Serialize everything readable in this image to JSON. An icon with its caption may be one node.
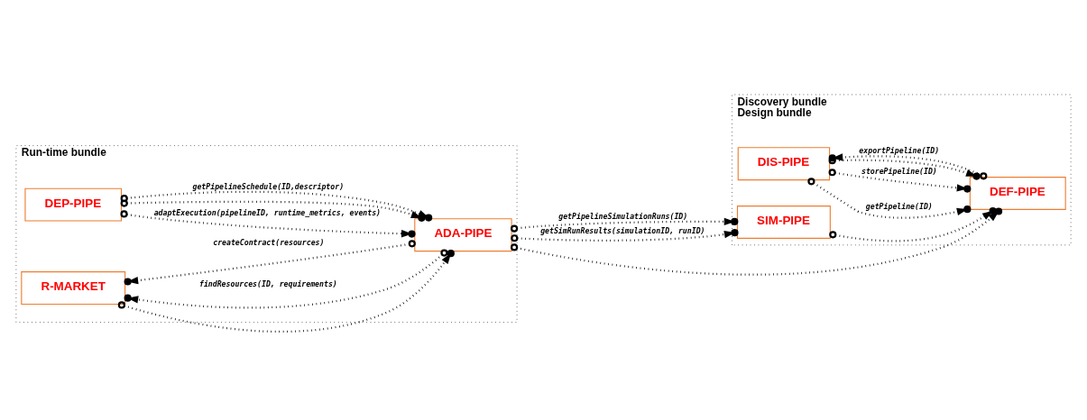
{
  "diagram": {
    "nodes": [
      {
        "text": [
          "Discovery bundle",
          "Design bundle"
        ]
      },
      {
        "text": [
          "DIS-PIPE"
        ],
        "in": 0
      },
      {
        "text": [
          "DEF-PIPE"
        ],
        "in": 0
      },
      {
        "text": [
          "SIM-PIPE"
        ],
        "in": 0
      },
      {
        "text": [
          "Run-time bundle"
        ]
      },
      {
        "text": [
          "DEP-PIPE"
        ],
        "in": 4
      },
      {
        "text": [
          "R-MARKET"
        ],
        "in": 4
      },
      {
        "text": [
          "ADA-PIPE"
        ],
        "in": 4
      }
    ],
    "edges": [
      {
        "from": 2,
        "to": 1,
        "arrow": "to",
        "style": "dashed",
        "label": "exportPipeline(ID)"
      },
      {
        "from": 1,
        "to": 2,
        "arrow": "to",
        "style": "dashed",
        "label": "getPipeline(ID)"
      },
      {
        "from": 1,
        "to": 2,
        "arrow": "to",
        "style": "dashed",
        "label": "storePipeline(ID)"
      },
      {
        "from": 1,
        "to": 2,
        "arrow": "to",
        "style": "dashed"
      },
      {
        "from": 3,
        "to": 2,
        "arrow": "to",
        "style": "dashed"
      },
      {
        "from": 7,
        "to": 2,
        "arrow": "to",
        "style": "dashed"
      },
      {
        "from": 7,
        "to": 3,
        "arrow": "to",
        "style": "dashed",
        "label": "getPipelineSimulationRuns(ID)"
      },
      {
        "from": 7,
        "to": 3,
        "arrow": "to",
        "style": "dashed",
        "label": "getSimRunResults(simulationID, runID)"
      },
      {
        "from": 5,
        "to": 7,
        "arrow": "to",
        "style": "dashed",
        "label": "adaptExecution(pipelineID, runtime_metrics, events)"
      },
      {
        "from": 5,
        "to": 7,
        "arrow": "to",
        "style": "dashed"
      },
      {
        "from": 6,
        "to": 7,
        "arrow": "to",
        "style": "dashed"
      },
      {
        "from": 5,
        "to": 7,
        "arrow": "to",
        "style": "dashed",
        "label": "getPipelineSchedule(ID,descriptor)"
      },
      {
        "from": 7,
        "to": 6,
        "arrow": "to",
        "style": "dashed",
        "label": "findResources(ID, requirements)"
      },
      {
        "from": 7,
        "to": 6,
        "arrow": "to",
        "style": "dashed",
        "label": "createContract(resources)"
      }
    ]
  }
}
